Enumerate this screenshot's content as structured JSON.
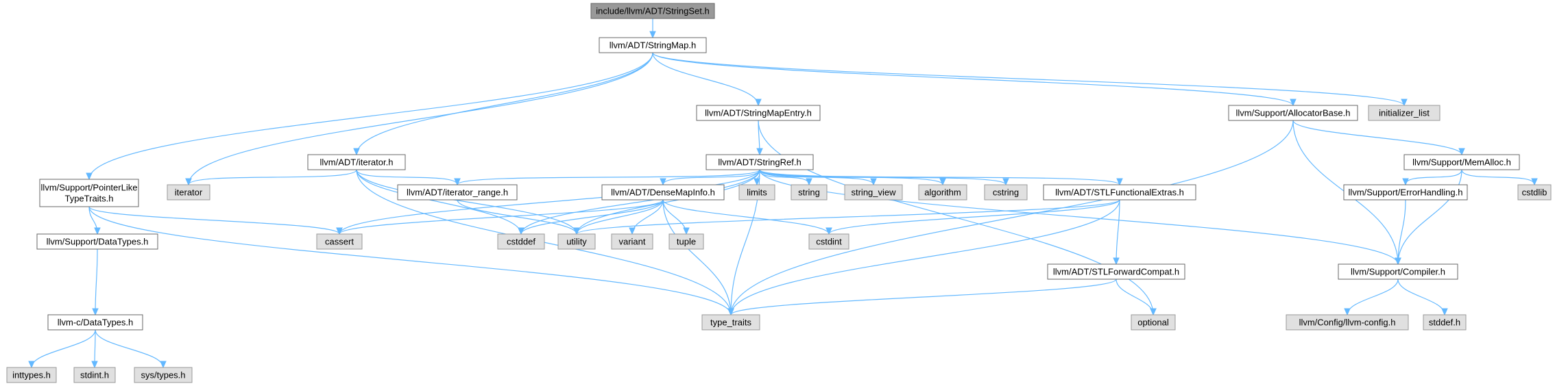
{
  "colors": {
    "edge": "#63b8ff",
    "root_fill": "#999999",
    "local_fill": "#ffffff",
    "system_fill": "#e0e0e0",
    "border": "#666666"
  },
  "nodes": [
    {
      "id": "stringset",
      "lines": [
        "include/llvm/ADT/StringSet.h"
      ],
      "kind": "root"
    },
    {
      "id": "stringmap",
      "lines": [
        "llvm/ADT/StringMap.h"
      ],
      "kind": "local"
    },
    {
      "id": "stringmapentry",
      "lines": [
        "llvm/ADT/StringMapEntry.h"
      ],
      "kind": "local"
    },
    {
      "id": "allocatorbase",
      "lines": [
        "llvm/Support/AllocatorBase.h"
      ],
      "kind": "local"
    },
    {
      "id": "initializer_list",
      "lines": [
        "initializer_list"
      ],
      "kind": "system"
    },
    {
      "id": "iterator_h",
      "lines": [
        "llvm/ADT/iterator.h"
      ],
      "kind": "local"
    },
    {
      "id": "stringref",
      "lines": [
        "llvm/ADT/StringRef.h"
      ],
      "kind": "local"
    },
    {
      "id": "memalloc",
      "lines": [
        "llvm/Support/MemAlloc.h"
      ],
      "kind": "local"
    },
    {
      "id": "pointerlike",
      "lines": [
        "llvm/Support/PointerLike",
        "TypeTraits.h"
      ],
      "kind": "local"
    },
    {
      "id": "iterator",
      "lines": [
        "iterator"
      ],
      "kind": "system"
    },
    {
      "id": "iterator_range",
      "lines": [
        "llvm/ADT/iterator_range.h"
      ],
      "kind": "local"
    },
    {
      "id": "densemapinfo",
      "lines": [
        "llvm/ADT/DenseMapInfo.h"
      ],
      "kind": "local"
    },
    {
      "id": "limits",
      "lines": [
        "limits"
      ],
      "kind": "system"
    },
    {
      "id": "string",
      "lines": [
        "string"
      ],
      "kind": "system"
    },
    {
      "id": "string_view",
      "lines": [
        "string_view"
      ],
      "kind": "system"
    },
    {
      "id": "algorithm",
      "lines": [
        "algorithm"
      ],
      "kind": "system"
    },
    {
      "id": "cstring",
      "lines": [
        "cstring"
      ],
      "kind": "system"
    },
    {
      "id": "stlfunctional",
      "lines": [
        "llvm/ADT/STLFunctionalExtras.h"
      ],
      "kind": "local"
    },
    {
      "id": "errorhandling",
      "lines": [
        "llvm/Support/ErrorHandling.h"
      ],
      "kind": "local"
    },
    {
      "id": "cstdlib",
      "lines": [
        "cstdlib"
      ],
      "kind": "system"
    },
    {
      "id": "datatypes_support",
      "lines": [
        "llvm/Support/DataTypes.h"
      ],
      "kind": "local"
    },
    {
      "id": "cassert",
      "lines": [
        "cassert"
      ],
      "kind": "system"
    },
    {
      "id": "cstddef",
      "lines": [
        "cstddef"
      ],
      "kind": "system"
    },
    {
      "id": "utility",
      "lines": [
        "utility"
      ],
      "kind": "system"
    },
    {
      "id": "variant",
      "lines": [
        "variant"
      ],
      "kind": "system"
    },
    {
      "id": "tuple",
      "lines": [
        "tuple"
      ],
      "kind": "system"
    },
    {
      "id": "cstdint",
      "lines": [
        "cstdint"
      ],
      "kind": "system"
    },
    {
      "id": "stlforward",
      "lines": [
        "llvm/ADT/STLForwardCompat.h"
      ],
      "kind": "local"
    },
    {
      "id": "compiler",
      "lines": [
        "llvm/Support/Compiler.h"
      ],
      "kind": "local"
    },
    {
      "id": "datatypes_c",
      "lines": [
        "llvm-c/DataTypes.h"
      ],
      "kind": "local"
    },
    {
      "id": "type_traits",
      "lines": [
        "type_traits"
      ],
      "kind": "system"
    },
    {
      "id": "optional",
      "lines": [
        "optional"
      ],
      "kind": "system"
    },
    {
      "id": "llvm_config",
      "lines": [
        "llvm/Config/llvm-config.h"
      ],
      "kind": "system"
    },
    {
      "id": "stddef_h",
      "lines": [
        "stddef.h"
      ],
      "kind": "system"
    },
    {
      "id": "inttypes_h",
      "lines": [
        "inttypes.h"
      ],
      "kind": "system"
    },
    {
      "id": "stdint_h",
      "lines": [
        "stdint.h"
      ],
      "kind": "system"
    },
    {
      "id": "sys_types_h",
      "lines": [
        "sys/types.h"
      ],
      "kind": "system"
    }
  ],
  "edges": [
    [
      "stringset",
      "stringmap"
    ],
    [
      "stringmap",
      "stringmapentry"
    ],
    [
      "stringmap",
      "allocatorbase"
    ],
    [
      "stringmap",
      "initializer_list"
    ],
    [
      "stringmap",
      "iterator_h"
    ],
    [
      "stringmap",
      "pointerlike"
    ],
    [
      "stringmap",
      "iterator"
    ],
    [
      "stringmapentry",
      "stringref"
    ],
    [
      "stringmapentry",
      "optional"
    ],
    [
      "allocatorbase",
      "memalloc"
    ],
    [
      "allocatorbase",
      "compiler"
    ],
    [
      "allocatorbase",
      "type_traits"
    ],
    [
      "iterator_h",
      "iterator"
    ],
    [
      "iterator_h",
      "iterator_range"
    ],
    [
      "iterator_h",
      "cstddef"
    ],
    [
      "iterator_h",
      "type_traits"
    ],
    [
      "iterator_h",
      "utility"
    ],
    [
      "stringref",
      "iterator_range"
    ],
    [
      "stringref",
      "densemapinfo"
    ],
    [
      "stringref",
      "limits"
    ],
    [
      "stringref",
      "string"
    ],
    [
      "stringref",
      "string_view"
    ],
    [
      "stringref",
      "algorithm"
    ],
    [
      "stringref",
      "cstring"
    ],
    [
      "stringref",
      "stlfunctional"
    ],
    [
      "stringref",
      "cassert"
    ],
    [
      "stringref",
      "cstddef"
    ],
    [
      "stringref",
      "utility"
    ],
    [
      "stringref",
      "type_traits"
    ],
    [
      "stringref",
      "compiler"
    ],
    [
      "memalloc",
      "errorhandling"
    ],
    [
      "memalloc",
      "cstdlib"
    ],
    [
      "memalloc",
      "compiler"
    ],
    [
      "pointerlike",
      "datatypes_support"
    ],
    [
      "pointerlike",
      "cassert"
    ],
    [
      "pointerlike",
      "type_traits"
    ],
    [
      "iterator_range",
      "utility"
    ],
    [
      "densemapinfo",
      "cassert"
    ],
    [
      "densemapinfo",
      "cstddef"
    ],
    [
      "densemapinfo",
      "utility"
    ],
    [
      "densemapinfo",
      "variant"
    ],
    [
      "densemapinfo",
      "tuple"
    ],
    [
      "densemapinfo",
      "cstdint"
    ],
    [
      "densemapinfo",
      "type_traits"
    ],
    [
      "stlfunctional",
      "utility"
    ],
    [
      "stlfunctional",
      "cstdint"
    ],
    [
      "stlfunctional",
      "stlforward"
    ],
    [
      "stlfunctional",
      "type_traits"
    ],
    [
      "errorhandling",
      "compiler"
    ],
    [
      "datatypes_support",
      "datatypes_c"
    ],
    [
      "stlforward",
      "type_traits"
    ],
    [
      "stlforward",
      "optional"
    ],
    [
      "compiler",
      "llvm_config"
    ],
    [
      "compiler",
      "stddef_h"
    ],
    [
      "datatypes_c",
      "inttypes_h"
    ],
    [
      "datatypes_c",
      "stdint_h"
    ],
    [
      "datatypes_c",
      "sys_types_h"
    ]
  ]
}
